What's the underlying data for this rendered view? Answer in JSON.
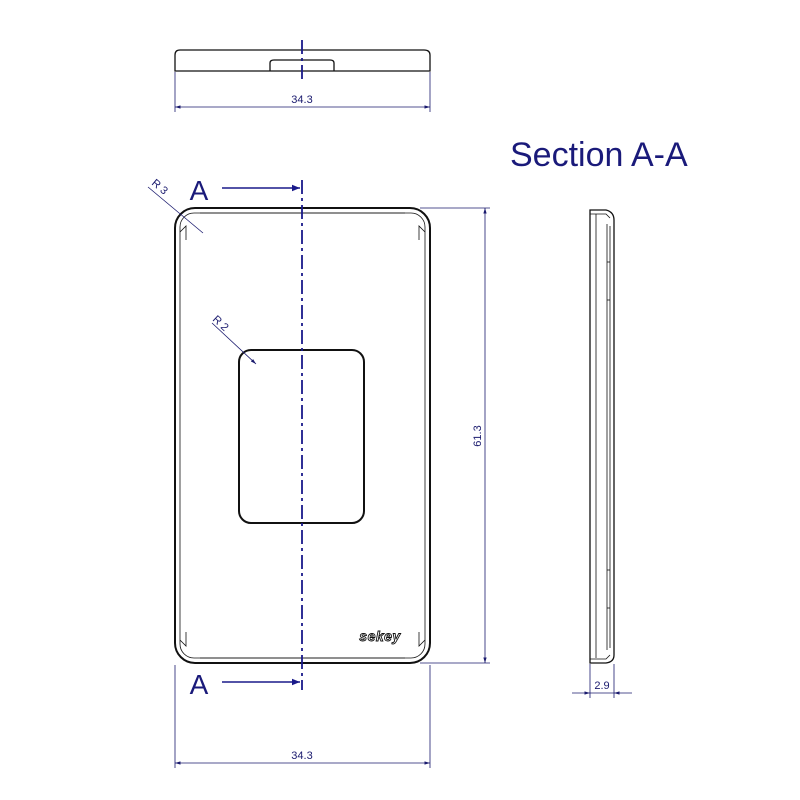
{
  "title": "Section A-A",
  "section_marks": {
    "top": "A",
    "bottom": "A"
  },
  "dimensions": {
    "top_view_width": "34.3",
    "front_width": "34.3",
    "front_height": "61.3",
    "corner_radius": "R 3",
    "window_radius": "R 2",
    "section_thickness": "2.9"
  },
  "logo": "sekey",
  "colors": {
    "line": "#111111",
    "dimension": "#1a1a6e",
    "annotation": "#1a1a7a"
  }
}
